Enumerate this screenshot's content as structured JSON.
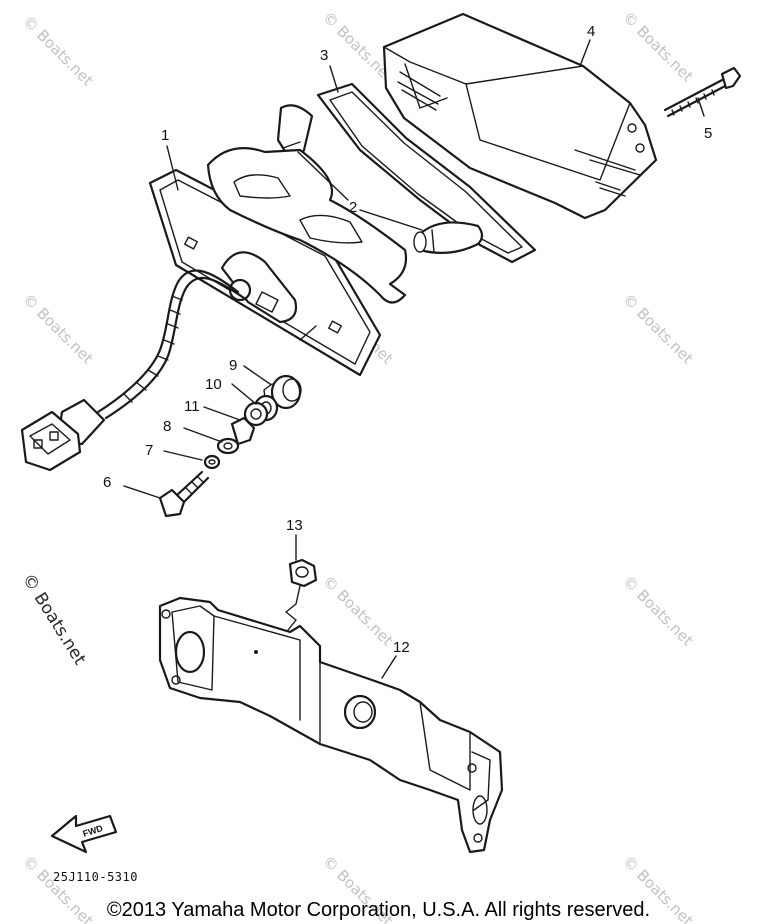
{
  "diagram": {
    "code": "25J110-5310",
    "copyright": "©2013 Yamaha Motor Corporation, U.S.A. All rights reserved.",
    "fwd_label": "FWD"
  },
  "watermark": {
    "text": "© Boats.net"
  },
  "callouts": [
    {
      "id": "part-1",
      "label": "1"
    },
    {
      "id": "part-2",
      "label": "2"
    },
    {
      "id": "part-3",
      "label": "3"
    },
    {
      "id": "part-4",
      "label": "4"
    },
    {
      "id": "part-5",
      "label": "5"
    },
    {
      "id": "part-6",
      "label": "6"
    },
    {
      "id": "part-7",
      "label": "7"
    },
    {
      "id": "part-8",
      "label": "8"
    },
    {
      "id": "part-9",
      "label": "9"
    },
    {
      "id": "part-10",
      "label": "10"
    },
    {
      "id": "part-11",
      "label": "11"
    },
    {
      "id": "part-12",
      "label": "12"
    },
    {
      "id": "part-13",
      "label": "13"
    }
  ],
  "colors": {
    "line": "#1a1a1a",
    "watermark": "#c2c2c2",
    "background": "#ffffff"
  }
}
